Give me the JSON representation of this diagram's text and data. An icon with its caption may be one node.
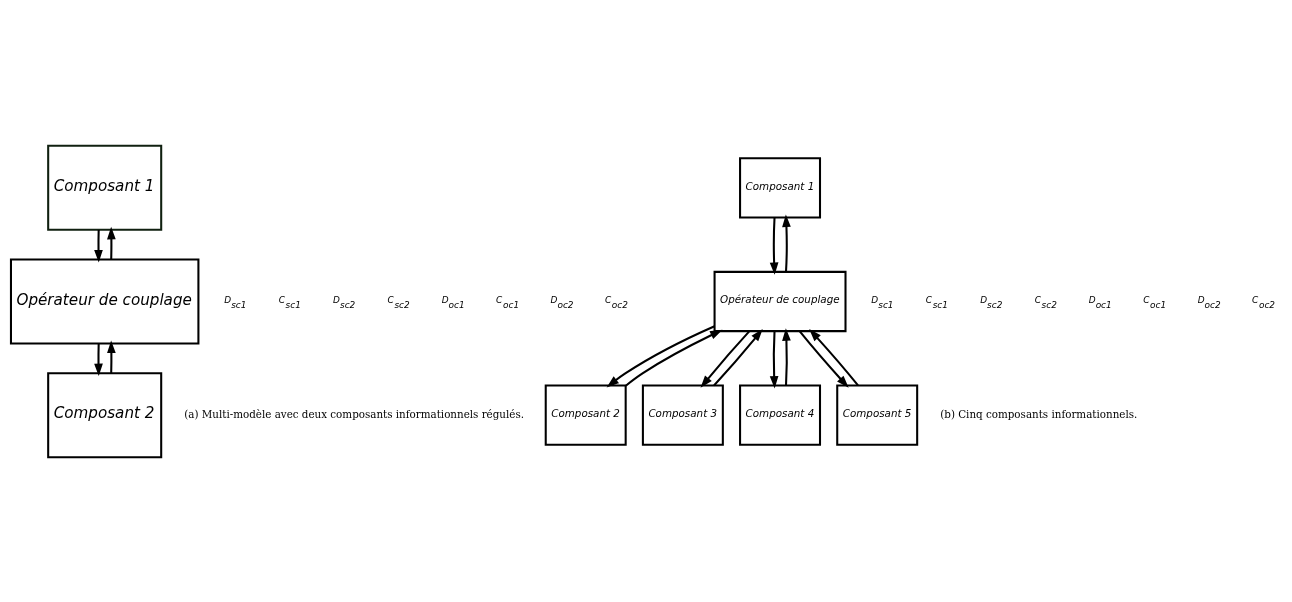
{
  "diagram": {
    "nodes": [
      {
        "text": [
          "Composant 1"
        ]
      },
      {
        "text": [
          "Composant 2"
        ]
      },
      {
        "text": [
          "Opérateur de couplage"
        ]
      },
      {
        "text": [
          "Composant 1"
        ]
      },
      {
        "text": [
          "Composant 2"
        ]
      },
      {
        "text": [
          "Composant 3"
        ]
      },
      {
        "text": [
          "Composant 4"
        ]
      },
      {
        "text": [
          "Composant 5"
        ]
      },
      {
        "text": [
          "Opérateur de couplage"
        ]
      }
    ],
    "edges": [
      {
        "from": 0,
        "to": 2,
        "arrow": "to"
      },
      {
        "from": 2,
        "to": 0,
        "arrow": "to"
      },
      {
        "from": 1,
        "to": 2,
        "arrow": "to"
      },
      {
        "from": 2,
        "to": 1,
        "arrow": "to"
      },
      {
        "from": 3,
        "to": 8,
        "arrow": "to"
      },
      {
        "from": 8,
        "to": 3,
        "arrow": "to"
      },
      {
        "from": 4,
        "to": 8,
        "arrow": "to"
      },
      {
        "from": 8,
        "to": 4,
        "arrow": "to"
      },
      {
        "from": 5,
        "to": 8,
        "arrow": "to"
      },
      {
        "from": 8,
        "to": 5,
        "arrow": "to"
      },
      {
        "from": 6,
        "to": 8,
        "arrow": "to"
      },
      {
        "from": 8,
        "to": 6,
        "arrow": "to"
      },
      {
        "from": 7,
        "to": 8,
        "arrow": "to"
      },
      {
        "from": 8,
        "to": 7,
        "arrow": "to"
      }
    ],
    "labels": [
      "D$_{sc1}$",
      "C$_{sc1}$",
      "D$_{sc2}$",
      "C$_{sc2}$",
      "D$_{oc1}$",
      "C$_{oc1}$",
      "D$_{oc2}$",
      "C$_{oc2}$",
      "D$_{sc1}$",
      "C$_{sc1}$",
      "D$_{sc2}$",
      "C$_{sc2}$",
      "D$_{oc1}$",
      "C$_{oc1}$",
      "D$_{oc2}$",
      "C$_{oc2}$",
      "(a) Multi-modèle avec deux composants informationnels régulés.",
      "(b) Cinq composants informationnels."
    ]
  }
}
